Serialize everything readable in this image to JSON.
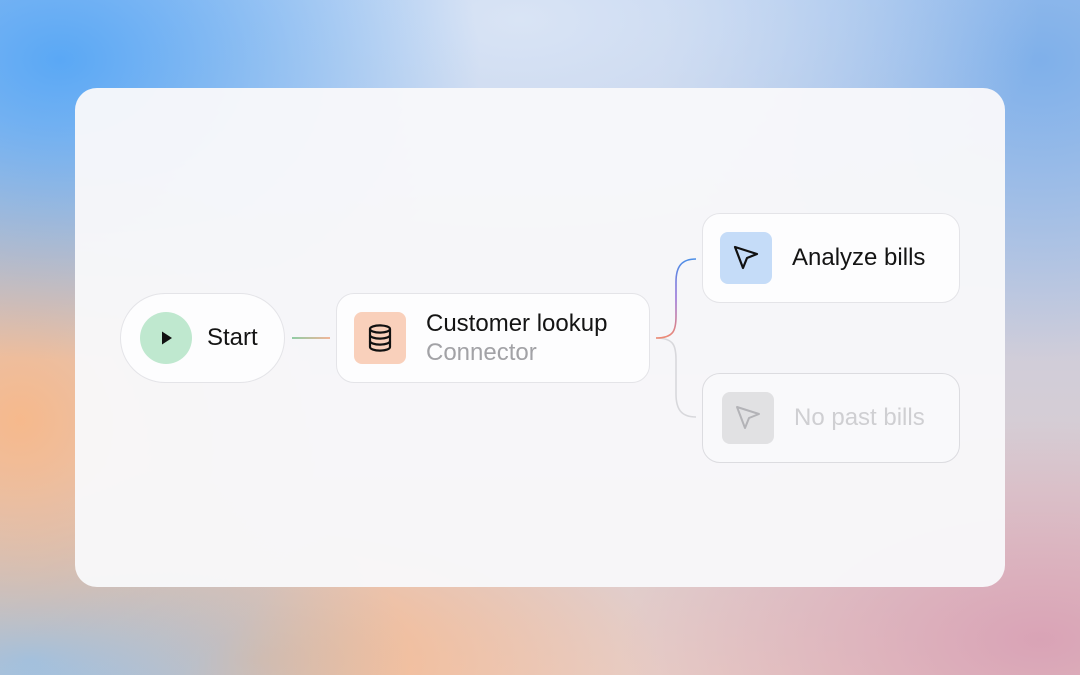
{
  "diagram": {
    "nodes": {
      "start": {
        "label": "Start",
        "icon": "play-icon",
        "icon_bg": "#bfe8cf"
      },
      "lookup": {
        "title": "Customer lookup",
        "subtitle": "Connector",
        "icon": "database-icon",
        "icon_bg": "#f9d0bb"
      },
      "analyze": {
        "label": "Analyze bills",
        "icon": "cursor-arrow-icon",
        "icon_bg": "#c5dcf8"
      },
      "no_past": {
        "label": "No past bills",
        "icon": "cursor-arrow-icon",
        "icon_bg": "#e1e1e3",
        "state": "disabled"
      }
    },
    "edges": [
      {
        "from": "start",
        "to": "lookup"
      },
      {
        "from": "lookup",
        "to": "analyze"
      },
      {
        "from": "lookup",
        "to": "no_past"
      }
    ],
    "colors": {
      "edge_start_left": "#6fbf8a",
      "edge_start_right": "#f0a07a",
      "edge_branch_top": "#4a8fe7",
      "edge_branch_mid": "#9a74d8",
      "edge_branch_origin": "#ee8a74",
      "edge_disabled": "#d8d8dc"
    }
  }
}
